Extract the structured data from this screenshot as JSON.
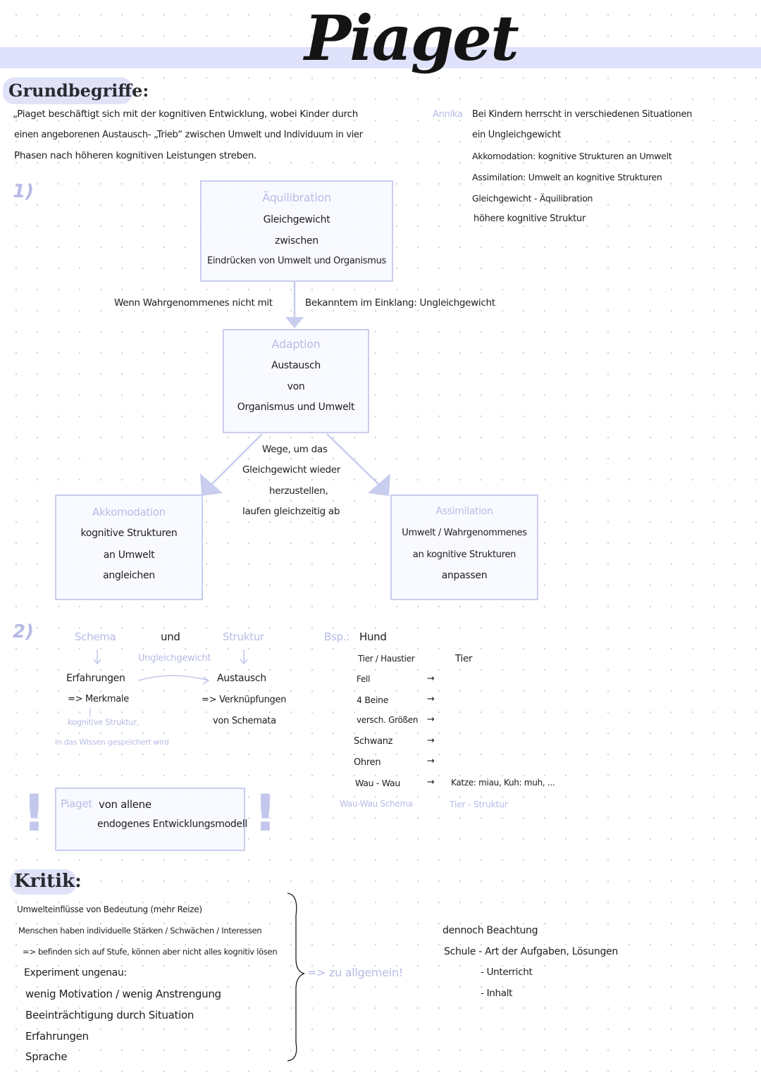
{
  "title": "Piaget",
  "grundbegriffe": {
    "heading": "Grundbegriffe:",
    "intro_lines": [
      "„Piaget beschäftigt sich mit der kognitiven Entwicklung, wobei Kinder durch",
      "einen angeborenen Austausch- „Trieb“ zwischen Umwelt und Individuum in vier",
      "Phasen nach höheren kognitiven Leistungen streben."
    ],
    "side_label": "Annika",
    "side_lines": [
      "Bei Kindern herrscht in verschiedenen Situationen",
      "ein Ungleichgewicht",
      "Akkomodation: kognitive Strukturen an Umwelt",
      "Assimilation: Umwelt an kognitive Strukturen",
      "Gleichgewicht - Äquilibration",
      "höhere kognitive Struktur"
    ],
    "section_number": "1)"
  },
  "diagram": {
    "aequilibration": {
      "title": "Äquilibration",
      "lines": [
        "Gleichgewicht",
        "zwischen",
        "Eindrücken von Umwelt und Organismus"
      ]
    },
    "connector_left": "Wenn Wahrgenommenes nicht mit",
    "connector_right": "Bekanntem im Einklang: Ungleichgewicht",
    "adaption": {
      "title": "Adaption",
      "lines": [
        "Austausch",
        "von",
        "Organismus und Umwelt"
      ]
    },
    "wege": [
      "Wege, um das",
      "Gleichgewicht wieder",
      "herzustellen,",
      "laufen gleichzeitig ab"
    ],
    "akkomodation": {
      "title": "Akkomodation",
      "lines": [
        "kognitive Strukturen",
        "an Umwelt",
        "angleichen"
      ]
    },
    "assimilation": {
      "title": "Assimilation",
      "lines": [
        "Umwelt / Wahrgenommenes",
        "an kognitive Strukturen",
        "anpassen"
      ]
    }
  },
  "schema_section": {
    "number": "2)",
    "schema": "Schema",
    "und": "und",
    "struktur": "Struktur",
    "ungleichgewicht": "Ungleichgewicht",
    "erfahrungen": "Erfahrungen",
    "merkmale": "=> Merkmale",
    "kog_struktur": "kognitive Struktur,",
    "wissen": "in das Wissen gespeichert wird",
    "austausch": "Austausch",
    "verknuepfungen": "=> Verknüpfungen",
    "von_schemata": "von Schemata",
    "bsp_label": "Bsp.:",
    "bsp_word": "Hund",
    "bsp_items": [
      "Tier / Haustier",
      "Fell",
      "4 Beine",
      "versch. Größen",
      "Schwanz",
      "Ohren",
      "Wau - Wau"
    ],
    "arrow_glyph": "→",
    "tier": "Tier",
    "katze": "Katze: miau, Kuh: muh, ...",
    "wauwau_schema": "Wau-Wau Schema",
    "tier_struktur": "Tier - Struktur"
  },
  "note": {
    "label": "Piaget",
    "line1": "von allene",
    "line2": "endogenes Entwicklungsmodell",
    "excl": "!"
  },
  "kritik": {
    "heading": "Kritik:",
    "items": [
      "Umwelteinflüsse von Bedeutung (mehr Reize)",
      "Menschen haben individuelle Stärken / Schwächen / Interessen",
      "=> befinden sich auf Stufe, können aber nicht alles kognitiv lösen",
      "Experiment ungenau:",
      "wenig Motivation / wenig Anstrengung",
      "Beeinträchtigung durch Situation",
      "Erfahrungen",
      "Sprache"
    ],
    "zu_allgemein": "=> zu allgemein!",
    "dennoch": "dennoch Beachtung",
    "schule": "Schule - Art der Aufgaben, Lösungen",
    "unterricht": "- Unterricht",
    "inhalt": "- Inhalt"
  }
}
